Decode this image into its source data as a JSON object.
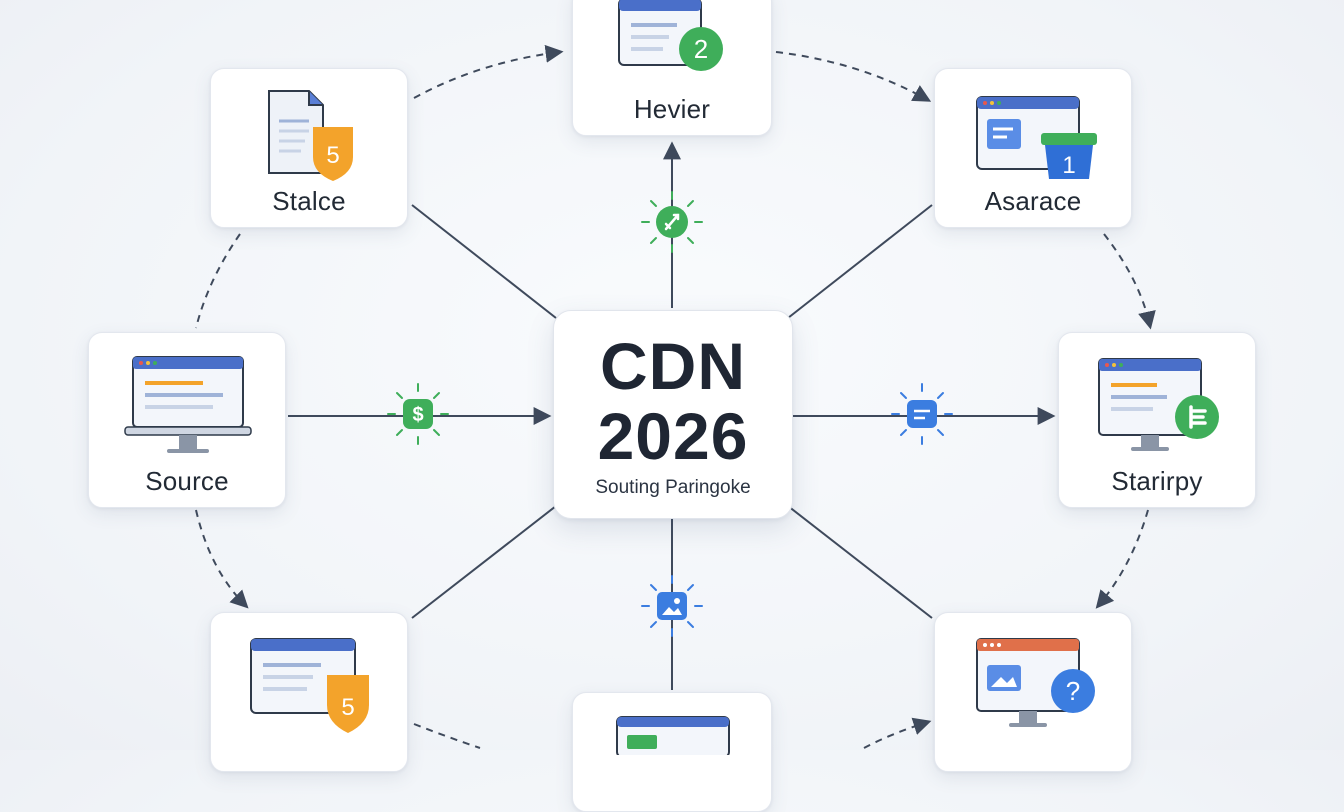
{
  "center": {
    "title_line1": "CDN",
    "title_line2": "2026",
    "subtitle": "Souting Paringoke"
  },
  "nodes": {
    "top": {
      "label": "Hevier",
      "badge": "2"
    },
    "top_left": {
      "label": "Stalce",
      "badge": "5"
    },
    "top_right": {
      "label": "Asarace",
      "badge": "1"
    },
    "left": {
      "label": "Source"
    },
    "right": {
      "label": "Starirpy"
    },
    "bottom_left": {
      "label": "",
      "badge": "5"
    },
    "bottom_right": {
      "label": "",
      "badge": "?"
    },
    "bottom": {
      "label": ""
    }
  },
  "connector_icons": {
    "top": "rocket-icon",
    "left": "dollar-icon",
    "right": "document-icon",
    "bottom": "image-icon"
  },
  "colors": {
    "edge": "#3f4a5c",
    "green": "#3fae5a",
    "blue": "#3b7de0",
    "orange": "#f3a32b",
    "screen_header": "#4a6fc9"
  }
}
